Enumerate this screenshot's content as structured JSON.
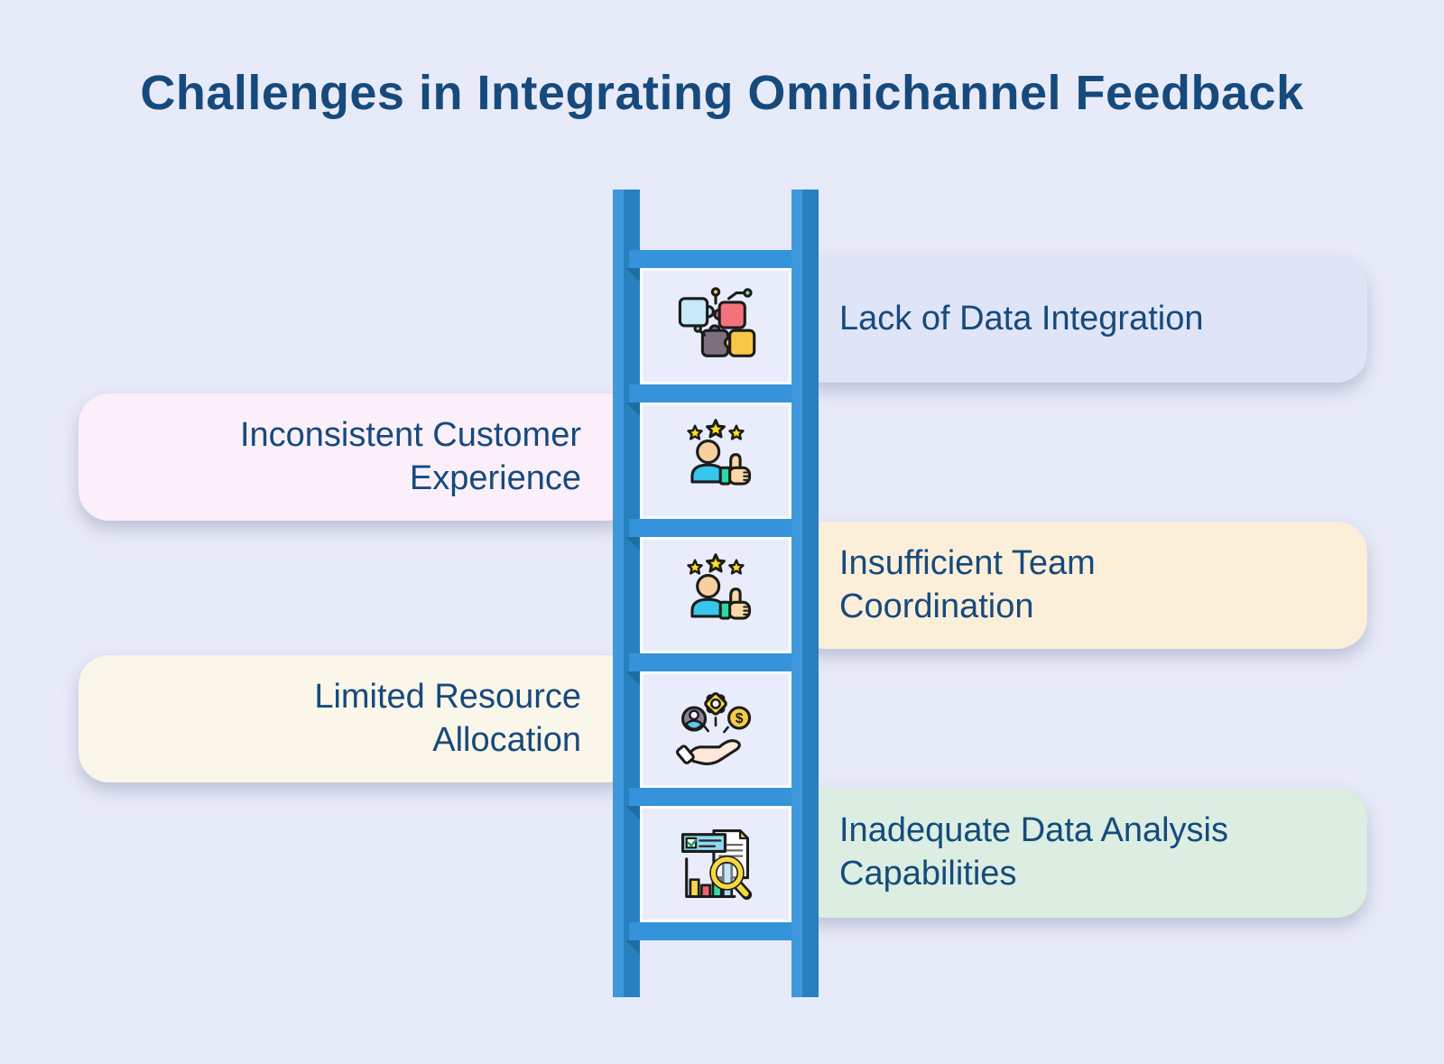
{
  "title": "Challenges in Integrating Omnichannel Feedback",
  "colors": {
    "background": "#e7eaf8",
    "text_navy": "#164a7d",
    "ladder_rail_light": "#3f98dc",
    "ladder_rail_dark": "#2781be",
    "ladder_rung": "#3493da",
    "ladder_fold_shadow": "#1d6ea3",
    "icon_box_bg": "#e9edfb"
  },
  "ladder": {
    "rails": 2,
    "rungs": 6,
    "steps": 5
  },
  "challenges": [
    {
      "label": "Lack of Data Integration",
      "side": "right",
      "icon": "puzzle-pieces-icon",
      "card_color": "#dfe4f7"
    },
    {
      "label": "Inconsistent Customer Experience",
      "side": "left",
      "icon": "customer-thumbs-up-icon",
      "card_color": "#fbeff9"
    },
    {
      "label": "Insufficient Team Coordination",
      "side": "right",
      "icon": "customer-thumbs-up-icon",
      "card_color": "#fbefda"
    },
    {
      "label": "Limited Resource Allocation",
      "side": "left",
      "icon": "resource-allocation-hand-icon",
      "card_color": "#faf6e9"
    },
    {
      "label": "Inadequate Data Analysis Capabilities",
      "side": "right",
      "icon": "data-analysis-magnifier-icon",
      "card_color": "#dbeee1"
    }
  ]
}
